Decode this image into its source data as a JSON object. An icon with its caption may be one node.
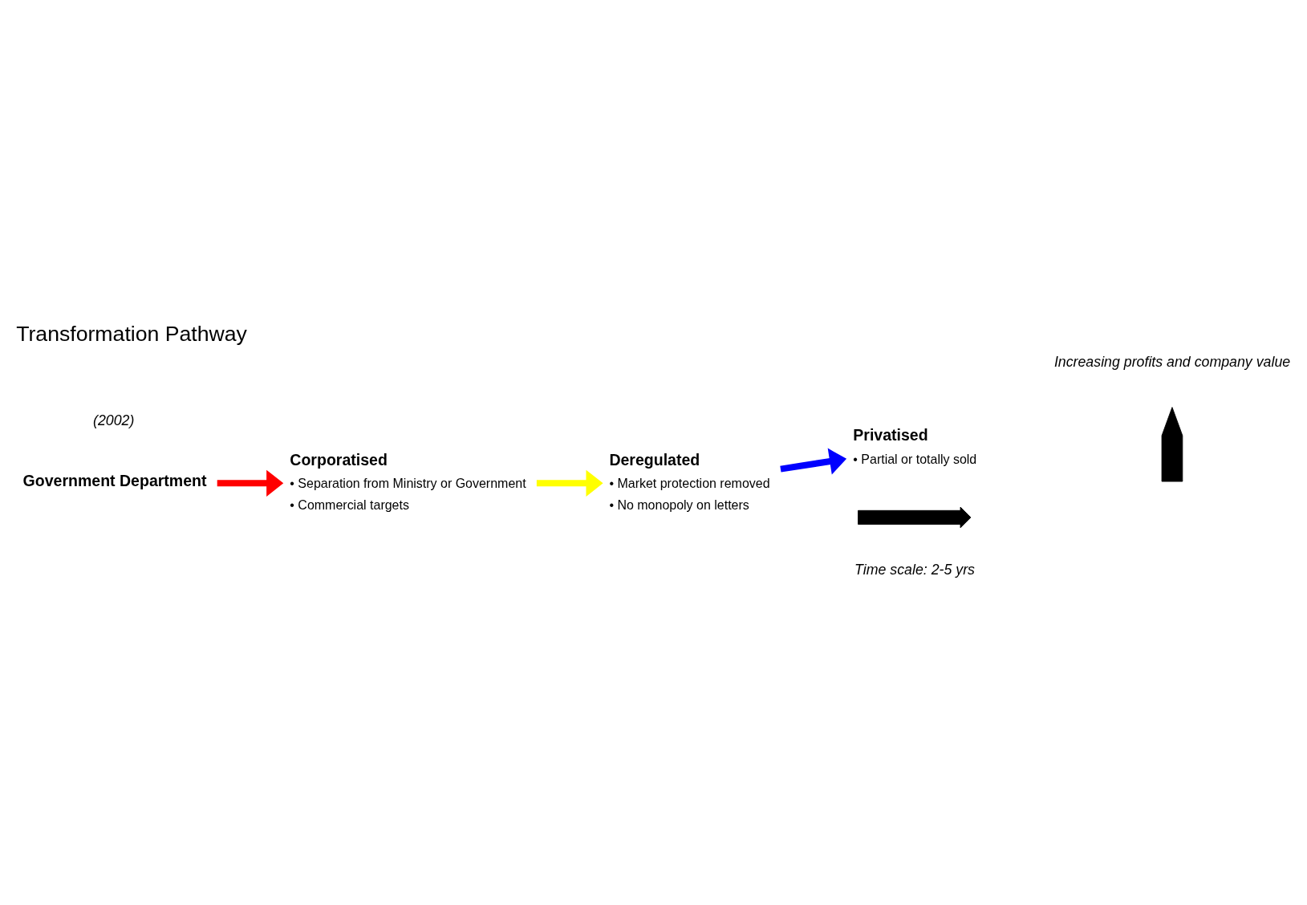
{
  "diagram": {
    "title": "Transformation Pathway",
    "nodes": [
      {
        "text": [
          "Government Department"
        ]
      },
      {
        "text": [
          "Corporatised",
          "• Separation from Ministry or Government",
          "• Commercial targets"
        ]
      },
      {
        "text": [
          "Deregulated",
          "• Market protection removed",
          "• No monopoly on letters"
        ]
      },
      {
        "text": [
          "Privatised",
          "• Partial or totally sold"
        ]
      },
      {
        "text": [],
        "shape": "arrow"
      },
      {
        "text": [],
        "shape": "arrow"
      }
    ],
    "edges": [
      {
        "from": 0,
        "to": 1,
        "arrow": "to",
        "color": "#ff0000"
      },
      {
        "from": 1,
        "to": 2,
        "arrow": "to",
        "color": "#ffff00"
      },
      {
        "from": 2,
        "to": 3,
        "arrow": "to",
        "color": "#0000ff"
      }
    ],
    "labels": [
      "(2002)",
      "Increasing profits and company value",
      "Time scale: 2-5 yrs"
    ]
  }
}
